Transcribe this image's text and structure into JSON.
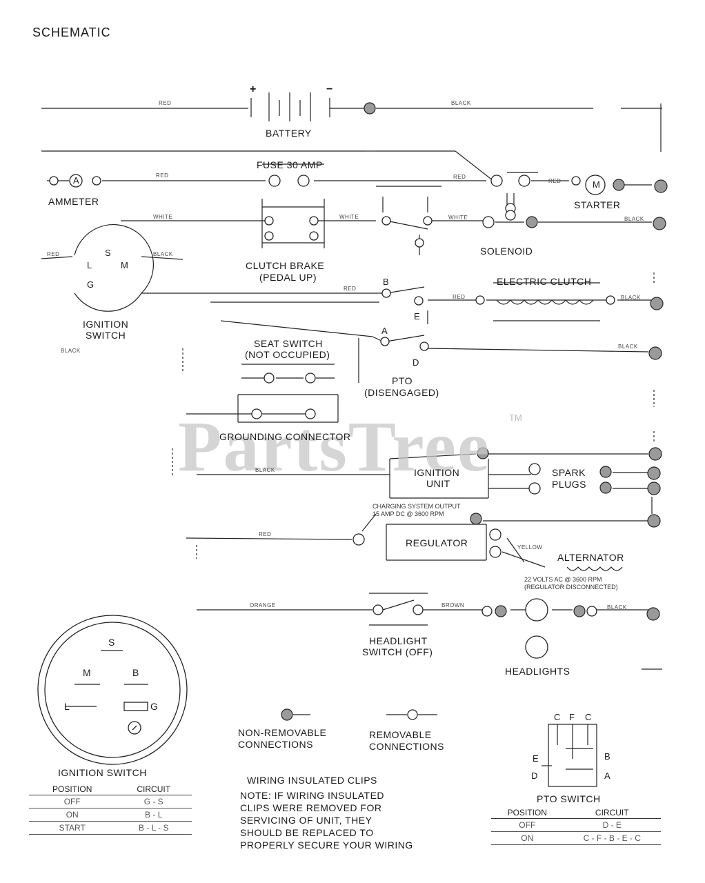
{
  "title": "SCHEMATIC",
  "components": {
    "battery": "BATTERY",
    "battery_pos": "+",
    "battery_neg": "−",
    "fuse": "FUSE 30 AMP",
    "ammeter": "AMMETER",
    "ammeter_symbol": "A",
    "starter": "STARTER",
    "starter_symbol": "M",
    "solenoid": "SOLENOID",
    "clutch_brake_1": "CLUTCH BRAKE",
    "clutch_brake_2": "(PEDAL UP)",
    "ignition_switch_1": "IGNITION",
    "ignition_switch_2": "SWITCH",
    "electric_clutch": "ELECTRIC CLUTCH",
    "seat_switch_1": "SEAT SWITCH",
    "seat_switch_2": "(NOT OCCUPIED)",
    "pto_1": "PTO",
    "pto_2": "(DISENGAGED)",
    "grounding_connector": "GROUNDING CONNECTOR",
    "ignition_unit_1": "IGNITION",
    "ignition_unit_2": "UNIT",
    "spark_plugs_1": "SPARK",
    "spark_plugs_2": "PLUGS",
    "regulator": "REGULATOR",
    "alternator": "ALTERNATOR",
    "charging_output_1": "CHARGING SYSTEM OUTPUT",
    "charging_output_2": "15 AMP DC @ 3600 RPM",
    "ac_note_1": "22 VOLTS AC @ 3600 RPM",
    "ac_note_2": "(REGULATOR DISCONNECTED)",
    "headlight_switch_1": "HEADLIGHT",
    "headlight_switch_2": "SWITCH (OFF)",
    "headlights": "HEADLIGHTS"
  },
  "terminals": {
    "ign_s": "S",
    "ign_m": "M",
    "ign_b": "B",
    "ign_l": "L",
    "ign_g": "G",
    "pto_b": "B",
    "pto_e": "E",
    "pto_a": "A",
    "pto_d": "D"
  },
  "wire_labels": {
    "red_battery": "RED",
    "black_battery": "BLACK",
    "red_ammeter": "RED",
    "red_solenoid": "RED",
    "red_starter": "RED",
    "white_clutch": "WHITE",
    "white_switch": "WHITE",
    "white_solenoid": "WHITE",
    "black_solenoid": "BLACK",
    "red_ign": "RED",
    "black_ign": "BLACK",
    "red_pto": "RED",
    "red_clutch": "RED",
    "black_clutch": "BLACK",
    "black_pto": "BLACK",
    "black_left": "BLACK",
    "black_ignition_unit": "BLACK",
    "red_regulator": "RED",
    "yellow_alt": "YELLOW",
    "orange_headlight": "ORANGE",
    "brown_headlight": "BROWN",
    "black_headlight": "BLACK"
  },
  "legend": {
    "non_removable_1": "NON-REMOVABLE",
    "non_removable_2": "CONNECTIONS",
    "removable_1": "REMOVABLE",
    "removable_2": "CONNECTIONS"
  },
  "ignition_detail": {
    "S": "S",
    "M": "M",
    "B": "B",
    "L": "L",
    "G": "G",
    "title": "IGNITION SWITCH"
  },
  "ignition_table": {
    "headers": [
      "POSITION",
      "CIRCUIT"
    ],
    "rows": [
      [
        "OFF",
        "G - S"
      ],
      [
        "ON",
        "B - L"
      ],
      [
        "START",
        "B - L - S"
      ]
    ]
  },
  "clips_note": {
    "title": "WIRING INSULATED CLIPS",
    "lines": [
      "NOTE: IF WIRING INSULATED",
      "CLIPS WERE REMOVED FOR",
      "SERVICING OF UNIT, THEY",
      "SHOULD BE REPLACED TO",
      "PROPERLY SECURE YOUR WIRING"
    ]
  },
  "pto_detail": {
    "top": [
      "C",
      "F",
      "C"
    ],
    "E": "E",
    "D": "D",
    "B": "B",
    "A": "A",
    "title": "PTO SWITCH"
  },
  "pto_table": {
    "headers": [
      "POSITION",
      "CIRCUIT"
    ],
    "rows": [
      [
        "OFF",
        "D - E"
      ],
      [
        "ON",
        "C - F - B - E - C"
      ]
    ]
  },
  "watermark": "PartsTree",
  "trademark": "TM",
  "colors": {
    "ink": "#1a1a1a",
    "watermark": "#c8c8c8",
    "background": "#ffffff"
  }
}
